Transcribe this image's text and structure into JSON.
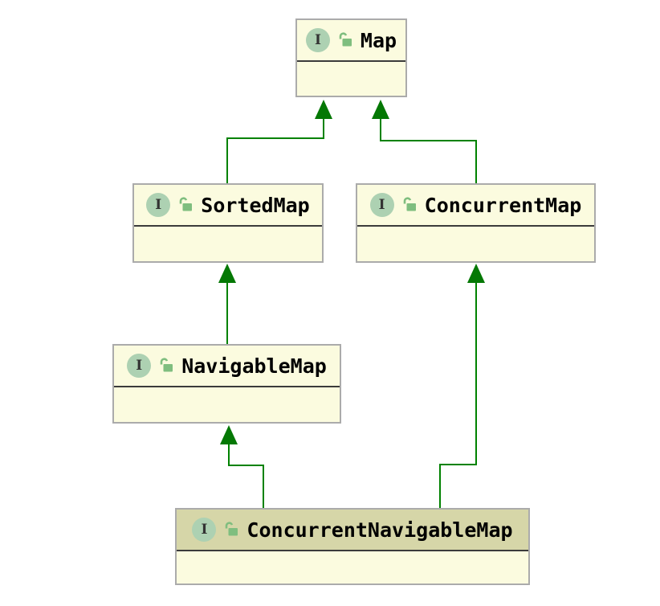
{
  "diagram": {
    "kind": "uml-interface-hierarchy",
    "nodes": [
      {
        "name": "Map",
        "kind": "interface",
        "badge": "I",
        "visibility_icon": "unlocked",
        "highlighted": false
      },
      {
        "name": "SortedMap",
        "kind": "interface",
        "badge": "I",
        "visibility_icon": "unlocked",
        "highlighted": false
      },
      {
        "name": "ConcurrentMap",
        "kind": "interface",
        "badge": "I",
        "visibility_icon": "unlocked",
        "highlighted": false
      },
      {
        "name": "NavigableMap",
        "kind": "interface",
        "badge": "I",
        "visibility_icon": "unlocked",
        "highlighted": false
      },
      {
        "name": "ConcurrentNavigableMap",
        "kind": "interface",
        "badge": "I",
        "visibility_icon": "unlocked",
        "highlighted": true
      }
    ],
    "edges": [
      {
        "from": "SortedMap",
        "to": "Map",
        "type": "extends"
      },
      {
        "from": "ConcurrentMap",
        "to": "Map",
        "type": "extends"
      },
      {
        "from": "NavigableMap",
        "to": "SortedMap",
        "type": "extends"
      },
      {
        "from": "ConcurrentNavigableMap",
        "to": "NavigableMap",
        "type": "extends"
      },
      {
        "from": "ConcurrentNavigableMap",
        "to": "ConcurrentMap",
        "type": "extends"
      }
    ],
    "colors": {
      "background": "#FFFFFF",
      "node_fill": "#FBFBDF",
      "node_border": "#ABABAB",
      "header_divider": "#3B3B3B",
      "highlight_header_fill": "#D6D6A8",
      "badge_fill": "#ADD1B2",
      "badge_letter": "#333333",
      "lock_green": "#7FBE7F",
      "edge_green": "#008200",
      "arrow_fill": "#047804",
      "text": "#000000"
    }
  }
}
